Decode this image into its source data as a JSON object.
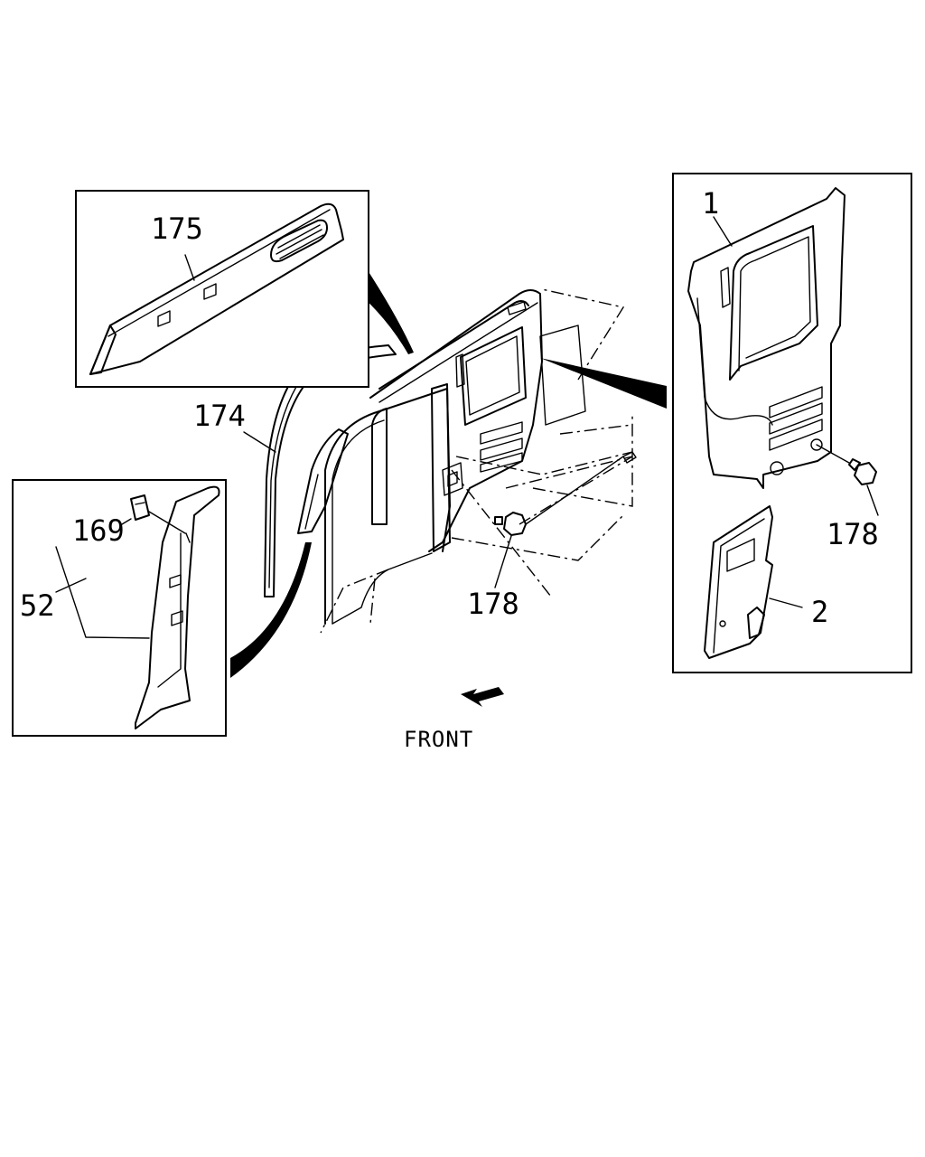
{
  "callouts": {
    "c175": "175",
    "c174": "174",
    "c169": "169",
    "c52": "52",
    "c178_center": "178",
    "c178_right": "178",
    "c1": "1",
    "c2": "2"
  },
  "direction_label": "FRONT",
  "colors": {
    "line": "#000000",
    "background": "#ffffff"
  }
}
